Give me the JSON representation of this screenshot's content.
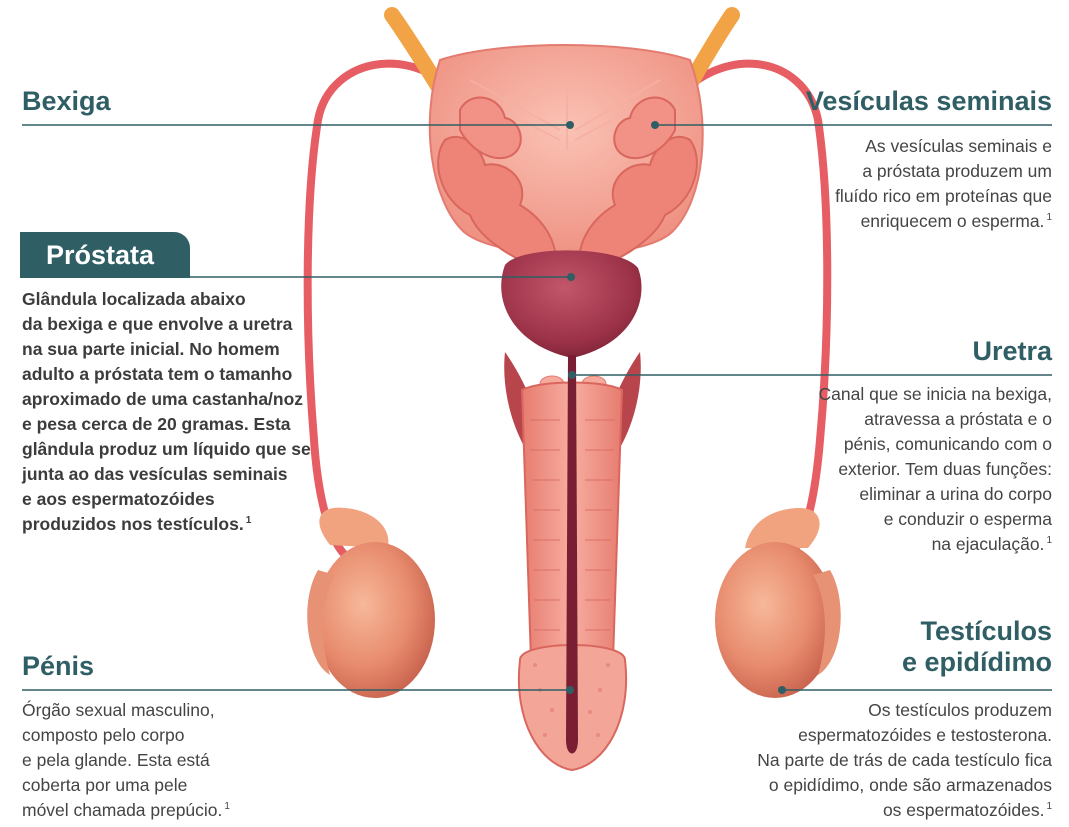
{
  "labels": {
    "bexiga": {
      "title": "Bexiga"
    },
    "vesiculas": {
      "title": "Vesículas seminais",
      "lines": [
        "As vesículas seminais e",
        "a próstata produzem um",
        "fluído rico em proteínas que",
        "enriquecem o esperma."
      ],
      "ref": "1"
    },
    "prostata": {
      "title": "Próstata",
      "lines": [
        "Glândula localizada abaixo",
        "da bexiga e que envolve a uretra",
        "na sua parte inicial. No homem",
        "adulto a próstata tem o tamanho",
        "aproximado de uma castanha/noz",
        "e pesa cerca de 20 gramas. Esta",
        "glândula produz um líquido que se",
        "junta ao das vesículas seminais",
        "e aos espermatozóides",
        "produzidos nos testículos."
      ],
      "ref": "1"
    },
    "uretra": {
      "title": "Uretra",
      "lines": [
        "Canal que se inicia na bexiga,",
        "atravessa a próstata e o",
        "pénis, comunicando com o",
        "exterior. Tem duas funções:",
        "eliminar a urina do corpo",
        "e conduzir o esperma",
        "na ejaculação."
      ],
      "ref": "1"
    },
    "penis": {
      "title": "Pénis",
      "lines": [
        "Órgão sexual masculino,",
        "composto pelo corpo",
        "e pela glande. Esta está",
        "coberta por uma pele",
        "móvel chamada prepúcio."
      ],
      "ref": "1"
    },
    "testiculos": {
      "title_lines": [
        "Testículos",
        "e epidídimo"
      ],
      "lines": [
        "Os testículos produzem",
        "espermatozóides e testosterona.",
        "Na parte de trás de cada testículo fica",
        "o epidídimo, onde são armazenados",
        "os espermatozóides."
      ],
      "ref": "1"
    }
  },
  "colors": {
    "title": "#2f5e64",
    "leader": "#2f5e64",
    "body_text": "#444444",
    "tissue": "#f09a8c",
    "prostate": "#a23a4d",
    "ureter": "#f1a345"
  }
}
